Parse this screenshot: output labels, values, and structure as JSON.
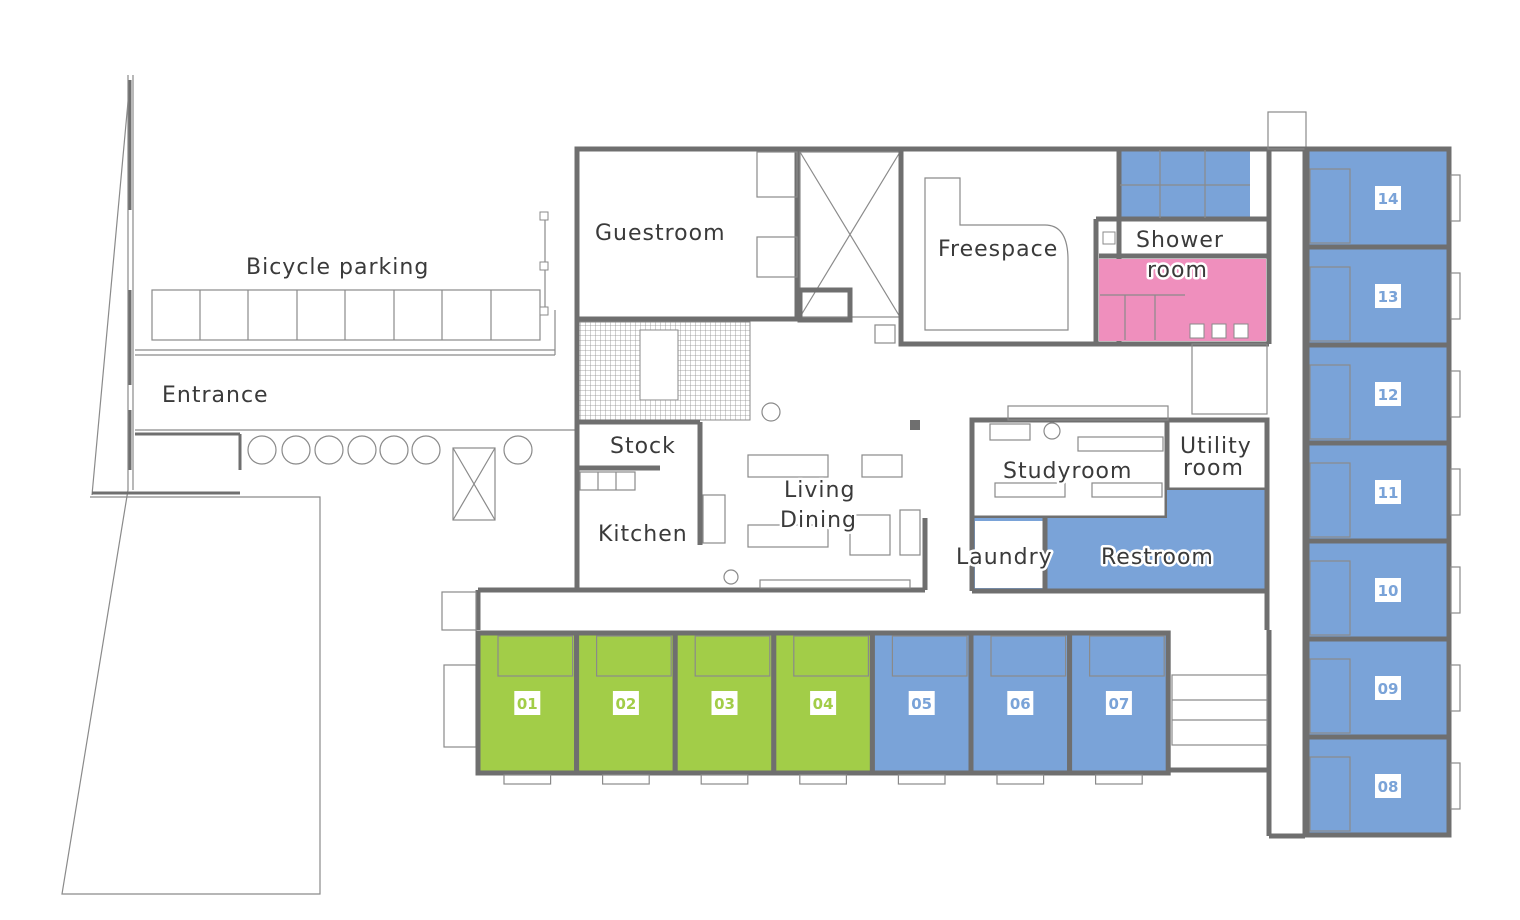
{
  "colors": {
    "wall": "#6f6f6f",
    "room_green": "#a2cd48",
    "room_blue": "#7aa3d8",
    "room_pink": "#ef8fbd",
    "tile": "#9a9a9a",
    "label": "#3a3a3a"
  },
  "labels": {
    "bicycle_parking": "Bicycle parking",
    "entrance": "Entrance",
    "guestroom": "Guestroom",
    "freespace": "Freespace",
    "shower_line1": "Shower",
    "shower_line2": "room",
    "stock": "Stock",
    "kitchen": "Kitchen",
    "living_line1": "Living",
    "living_line2": "Dining",
    "studyroom": "Studyroom",
    "utility_line1": "Utility",
    "utility_line2": "room",
    "laundry": "Laundry",
    "restroom": "Restroom"
  },
  "rooms_bottom": [
    {
      "number": "01",
      "color": "green"
    },
    {
      "number": "02",
      "color": "green"
    },
    {
      "number": "03",
      "color": "green"
    },
    {
      "number": "04",
      "color": "green"
    },
    {
      "number": "05",
      "color": "blue"
    },
    {
      "number": "06",
      "color": "blue"
    },
    {
      "number": "07",
      "color": "blue"
    }
  ],
  "rooms_right": [
    {
      "number": "14",
      "color": "blue"
    },
    {
      "number": "13",
      "color": "blue"
    },
    {
      "number": "12",
      "color": "blue"
    },
    {
      "number": "11",
      "color": "blue"
    },
    {
      "number": "10",
      "color": "blue"
    },
    {
      "number": "09",
      "color": "blue"
    },
    {
      "number": "08",
      "color": "blue"
    }
  ]
}
